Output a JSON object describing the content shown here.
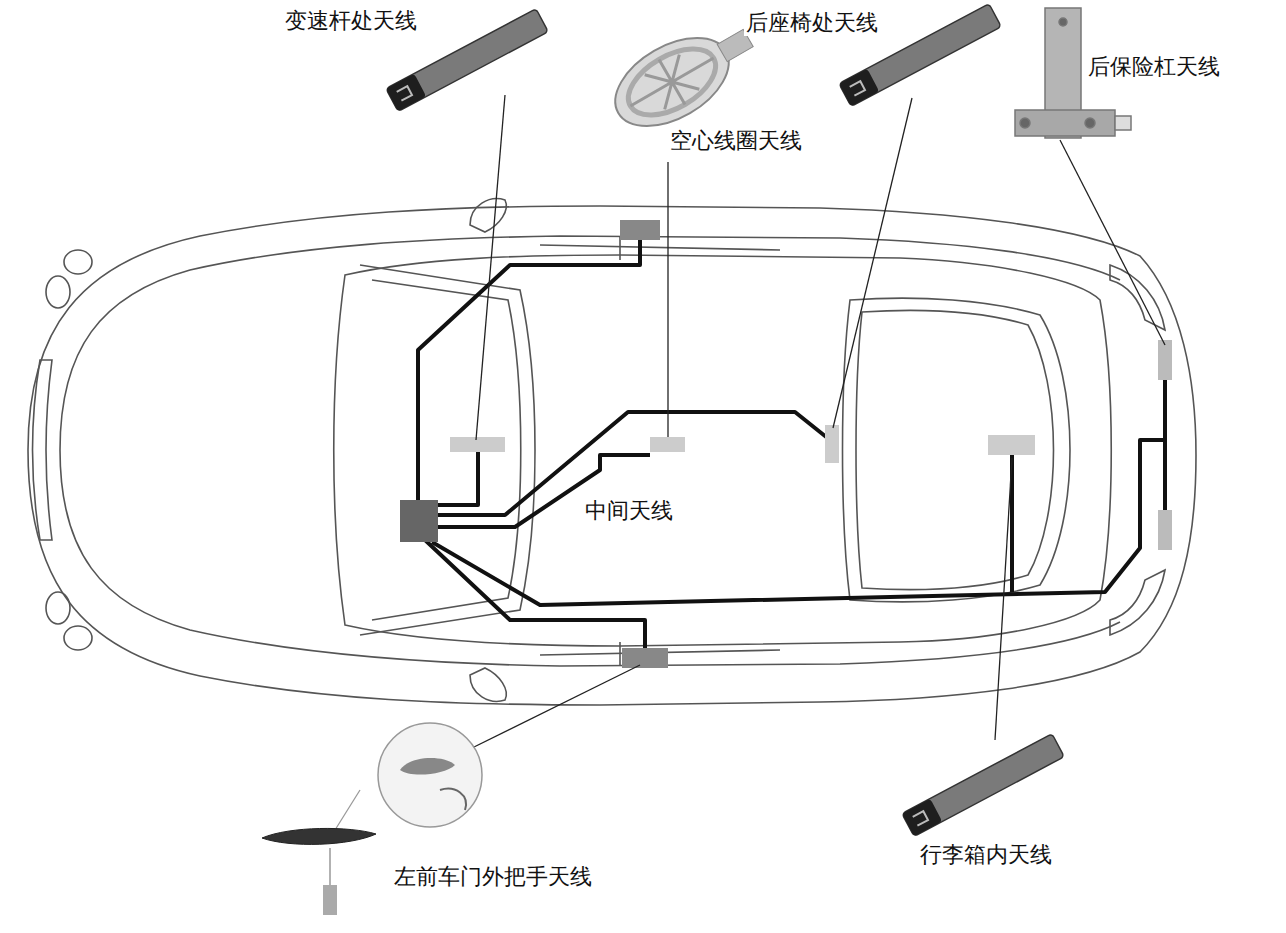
{
  "diagram": {
    "labels": [
      "变速杆处天线",
      "后座椅处天线",
      "后保险杠天线",
      "空心线圈天线",
      "中间天线",
      "左前车门外把手天线",
      "行李箱内天线"
    ]
  }
}
